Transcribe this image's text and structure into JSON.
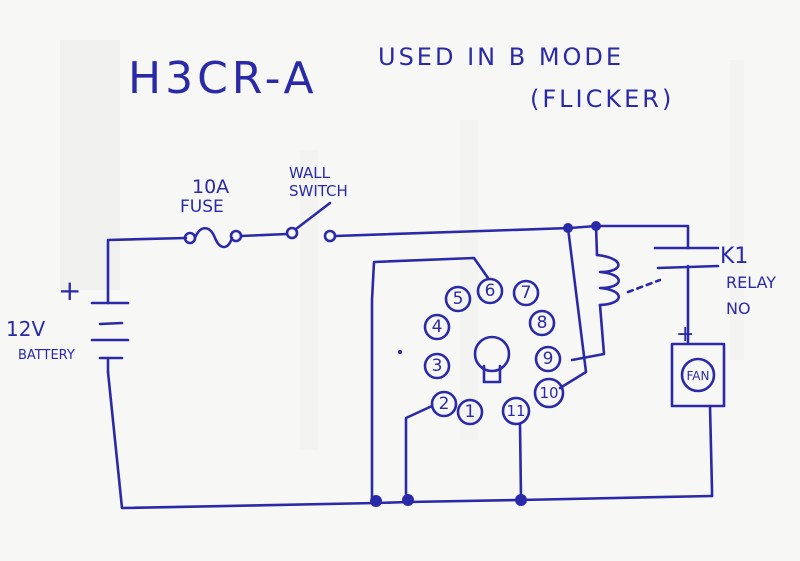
{
  "title": "H3CR-A",
  "note_line1": "USED IN B MODE",
  "note_line2": "(FLICKER)",
  "fuse": {
    "rating": "10A",
    "label": "FUSE"
  },
  "switch": {
    "line1": "WALL",
    "line2": "SWITCH"
  },
  "battery": {
    "voltage": "12V",
    "label": "BATTERY",
    "plus": "+"
  },
  "relay": {
    "name": "K1",
    "line1": "RELAY",
    "line2": "NO"
  },
  "fan": {
    "label": "FAN",
    "plus": "+"
  },
  "pins": [
    "1",
    "2",
    "3",
    "4",
    "5",
    "6",
    "7",
    "8",
    "9",
    "10",
    "11"
  ],
  "colors": {
    "ink": "#2a2aa8",
    "paper": "#f7f7f5",
    "bleed": "#c9c9c9"
  }
}
